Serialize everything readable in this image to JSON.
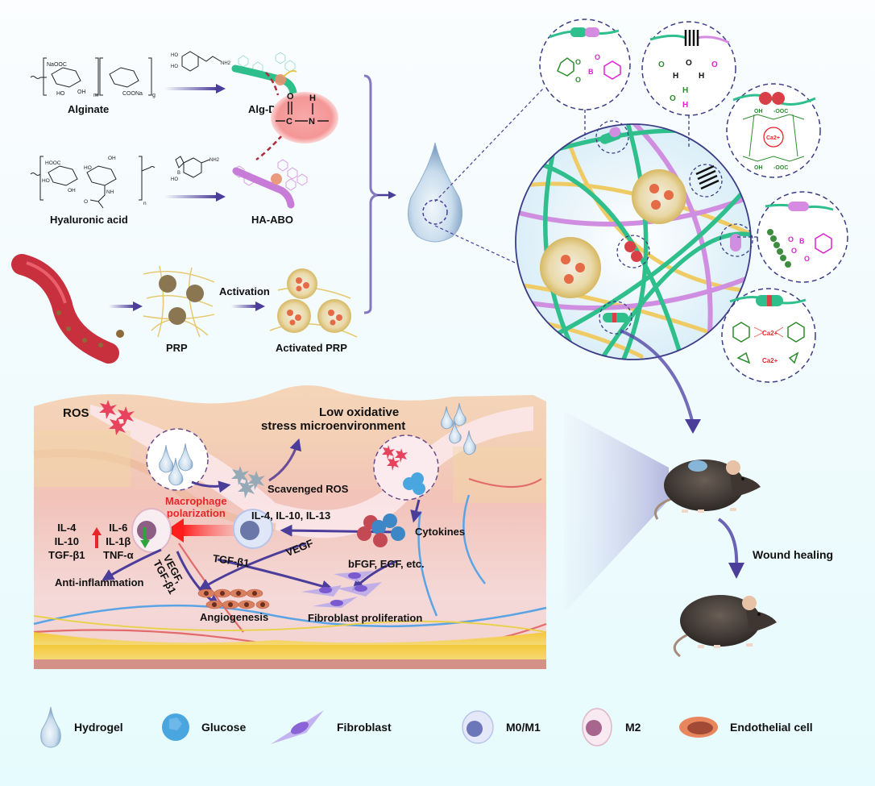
{
  "synthesis": {
    "alginate": {
      "label": "Alginate",
      "structure_groups": [
        "NaOOC",
        "HO",
        "OH",
        "COONa"
      ],
      "subscripts": [
        "m",
        "g"
      ]
    },
    "alg_da": {
      "label": "Alg-DA",
      "reagent": "dopamine",
      "reagent_groups": [
        "HO",
        "HO",
        "NH2"
      ]
    },
    "hyaluronic_acid": {
      "label": "Hyaluronic acid",
      "structure_groups": [
        "HOOC",
        "HO",
        "OH",
        "OH",
        "HO",
        "NH",
        "O"
      ],
      "subscript": "n"
    },
    "ha_abo": {
      "label": "HA-ABO",
      "reagent": "aminobenzoxaborole",
      "reagent_groups": [
        "B",
        "HO",
        "NH2"
      ]
    },
    "amide_bond": {
      "atoms": [
        "O",
        "H",
        "C",
        "N"
      ]
    },
    "prp": {
      "label": "PRP"
    },
    "activation_label": "Activation",
    "activated_prp": {
      "label": "Activated PRP"
    }
  },
  "network": {
    "insets": [
      {
        "name": "boronate-ester",
        "atoms": [
          "O",
          "O",
          "B",
          "O"
        ]
      },
      {
        "name": "hydrogen-bonds",
        "atoms": [
          "O",
          "H",
          "O",
          "H",
          "O",
          "H",
          "H",
          "O"
        ]
      },
      {
        "name": "calcium-egg-box",
        "atoms": [
          "OH",
          "-OOC",
          "Ca2+",
          "OH",
          "-OOC"
        ]
      },
      {
        "name": "boronate-diol",
        "atoms": [
          "O",
          "B",
          "O",
          "O"
        ]
      },
      {
        "name": "calcium-catechol",
        "atoms": [
          "Ca2+",
          "Ca2+"
        ]
      }
    ]
  },
  "wound": {
    "ros_label": "ROS",
    "low_oxidative_line1": "Low oxidative",
    "low_oxidative_line2": "stress microenvironment",
    "scavenged_ros": "Scavenged ROS",
    "macrophage_line1": "Macrophage",
    "macrophage_line2": "polarization",
    "up_cytokines": [
      "IL-4",
      "IL-10",
      "TGF-β1"
    ],
    "down_cytokines": [
      "IL-6",
      "IL-1β",
      "TNF-α"
    ],
    "il_signal": "IL-4, IL-10, IL-13",
    "cytokines": "Cytokines",
    "vegf": "VEGF",
    "tgf": "TGF-β1",
    "vegf_tgf_line1": "VEGF,",
    "vegf_tgf_line2": "TGF-β1",
    "bfgf": "bFGF, EGF, etc.",
    "anti_inflammation": "Anti-inflammation",
    "angiogenesis": "Angiogenesis",
    "fibroblast_proliferation": "Fibroblast proliferation"
  },
  "outcome": {
    "wound_healing": "Wound healing"
  },
  "legend": [
    {
      "icon": "hydrogel-drop-icon",
      "label": "Hydrogel"
    },
    {
      "icon": "glucose-icon",
      "label": "Glucose"
    },
    {
      "icon": "fibroblast-icon",
      "label": "Fibroblast"
    },
    {
      "icon": "m0-m1-macrophage-icon",
      "label": "M0/M1"
    },
    {
      "icon": "m2-macrophage-icon",
      "label": "M2"
    },
    {
      "icon": "endothelial-cell-icon",
      "label": "Endothelial cell"
    }
  ],
  "colors": {
    "arrow": "#4b3d9a",
    "alginate_green": "#2fbf8c",
    "ha_purple": "#d58be0",
    "fibrin_yellow": "#e8c769",
    "ros_red": "#e8435e",
    "highlight_red": "#e8252b",
    "chem_green": "#2e8b2e",
    "chem_magenta": "#e020d0"
  }
}
